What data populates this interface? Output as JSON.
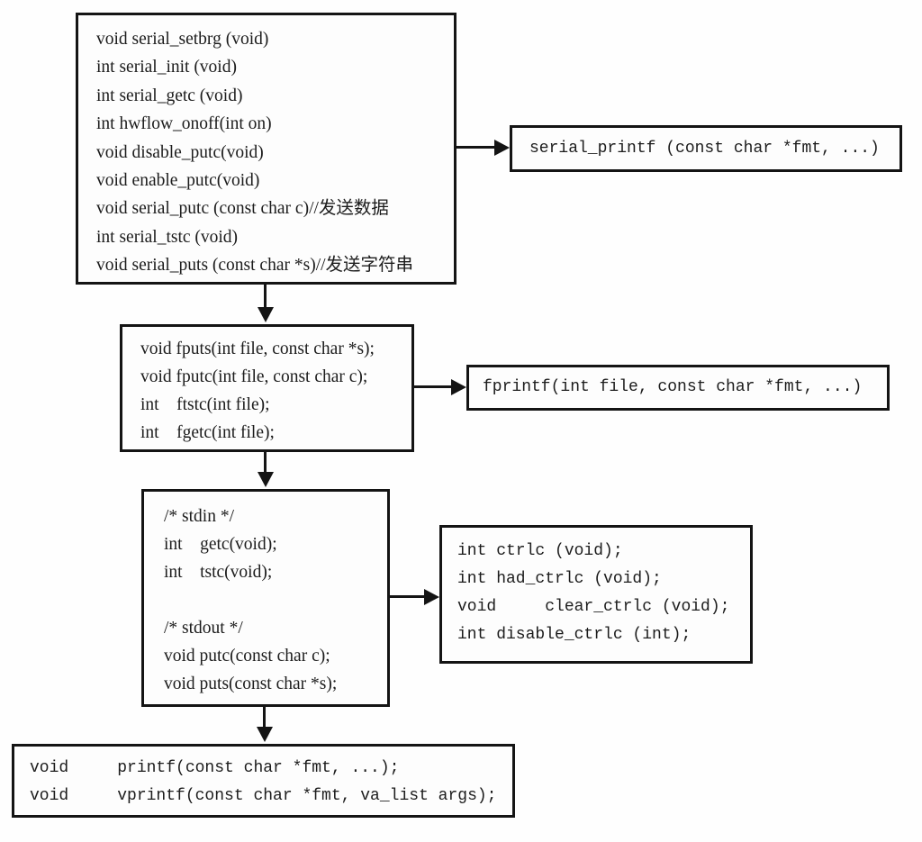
{
  "diagram": {
    "title": "u-boot serial console api hierarchy",
    "background_color": "#ffffff",
    "line_color": "#141414",
    "boxes": {
      "serial": {
        "lines": [
          "void serial_setbrg (void)",
          "int serial_init (void)",
          "int serial_getc (void)",
          "int hwflow_onoff(int on)",
          "void disable_putc(void)",
          "void enable_putc(void)",
          "void serial_putc (const char c)//发送数据",
          "int serial_tstc (void)",
          "void serial_puts (const char *s)//发送字符串"
        ]
      },
      "serial_printf": {
        "lines": [
          "serial_printf (const char *fmt, ...)"
        ]
      },
      "file_io": {
        "lines": [
          "void fputs(int file, const char *s);",
          "void fputc(int file, const char c);",
          "int    ftstc(int file);",
          "int    fgetc(int file);"
        ]
      },
      "fprintf": {
        "lines": [
          "fprintf(int file, const char *fmt, ...)"
        ]
      },
      "stdio": {
        "lines": [
          "/* stdin */",
          "int    getc(void);",
          "int    tstc(void);",
          "",
          "/* stdout */",
          "void putc(const char c);",
          "void puts(const char *s);"
        ]
      },
      "ctrlc": {
        "lines": [
          "int ctrlc (void);",
          "int had_ctrlc (void);",
          "void     clear_ctrlc (void);",
          "int disable_ctrlc (int);"
        ]
      },
      "printf": {
        "lines": [
          "void     printf(const char *fmt, ...);",
          "void     vprintf(const char *fmt, va_list args);"
        ]
      }
    }
  }
}
